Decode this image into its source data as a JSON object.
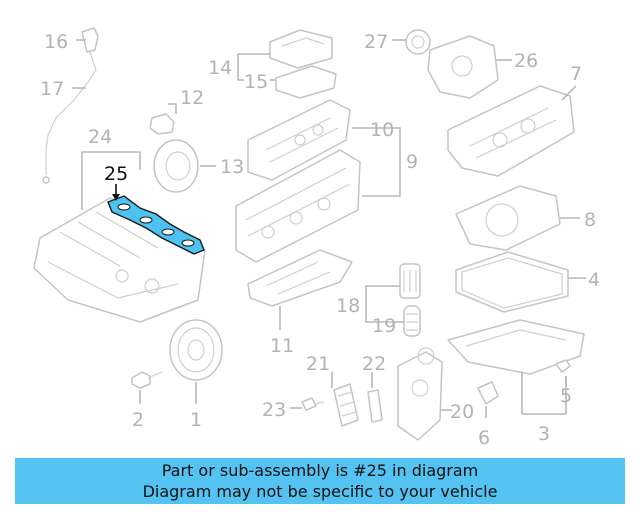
{
  "banner": {
    "line1": "Part or sub-assembly is #25 in diagram",
    "line2": "Diagram may not be specific to your vehicle"
  },
  "highlight_color": "#4cc3f0",
  "highlighted_part": "25",
  "callouts": {
    "c1": "1",
    "c2": "2",
    "c3": "3",
    "c4": "4",
    "c5": "5",
    "c6": "6",
    "c7": "7",
    "c8": "8",
    "c9": "9",
    "c10": "10",
    "c11": "11",
    "c12": "12",
    "c13": "13",
    "c14": "14",
    "c15": "15",
    "c16": "16",
    "c17": "17",
    "c18": "18",
    "c19": "19",
    "c20": "20",
    "c21": "21",
    "c22": "22",
    "c23": "23",
    "c24": "24",
    "c25": "25",
    "c26": "26",
    "c27": "27"
  }
}
